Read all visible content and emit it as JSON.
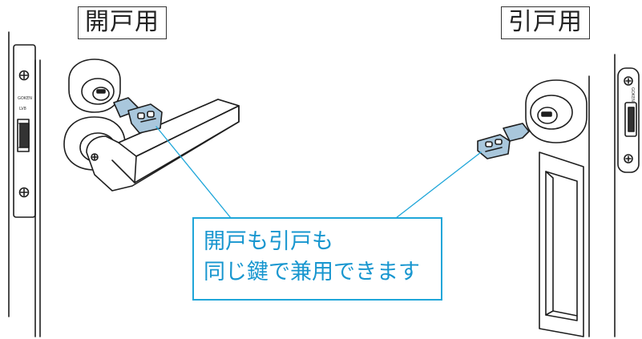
{
  "labels": {
    "left": "開戸用",
    "right": "引戸用"
  },
  "callout": {
    "line1": "開戸も引戸も",
    "line2": "同じ鍵で兼用できます"
  },
  "lockplate_left": {
    "brand": "GOKEN",
    "model": "LV8"
  },
  "lockplate_right": {
    "brand": "GOKEN"
  },
  "colors": {
    "accent": "#1fa6d9",
    "key_fill": "#a9c7dc",
    "line": "#1e1e1e"
  }
}
